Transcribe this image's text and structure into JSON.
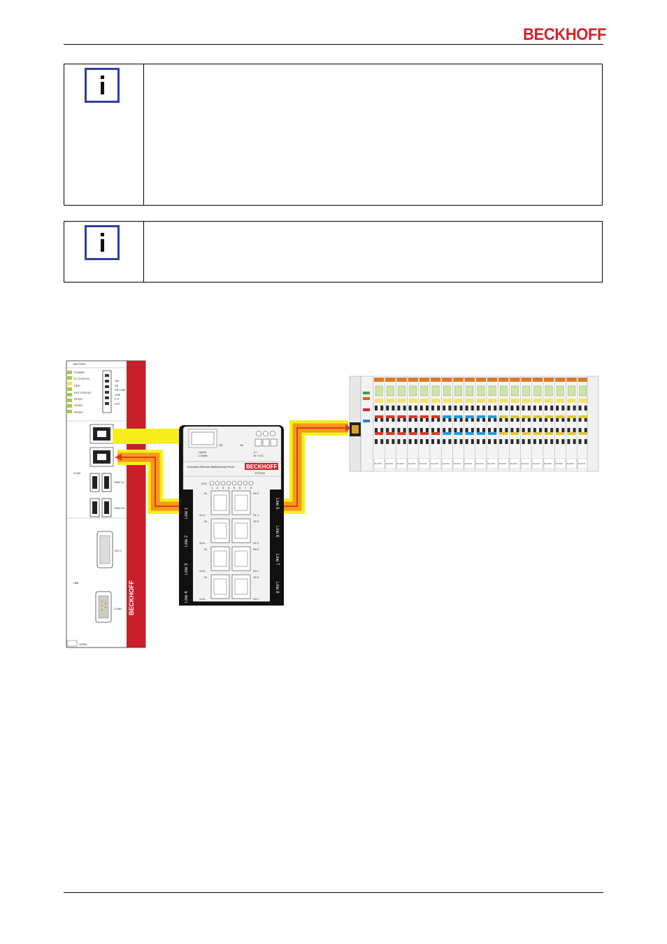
{
  "header": {
    "brand": "BECKHOFF",
    "brand_color": "#d6232a"
  },
  "notes": [
    {
      "icon": "info-icon",
      "text": ""
    },
    {
      "icon": "info-icon",
      "text": ""
    }
  ],
  "figure": {
    "pc": {
      "battery_label": "BATTERY",
      "leds": [
        "POWER",
        "PC STATUS",
        "HDD",
        "EXT STATUS",
        "GPIO1",
        "GPIO2",
        "GPIO3"
      ],
      "leds_right": [
        "ON",
        "PE",
        "PE-LINE",
        "VGE",
        "P E",
        "EXT"
      ],
      "ethernet_label": "TLAN",
      "usb_labels": [
        "USB 1/2",
        "USB 3/4"
      ],
      "dvi_label": "DVI 1",
      "dvi_area_label": "HMI",
      "com_label": "COM1",
      "open_label": "OPEN",
      "brand": "BECKHOFF"
    },
    "junction": {
      "uplink_label": "Uplink",
      "uplink_sub": "1 Gbit/s",
      "x5": "X5",
      "x6": "X6",
      "power_label": "24 V DC",
      "power_pins": "0     +",
      "title": "Industrial Ethernet Multichannel-Proto",
      "brand": "BECKHOFF",
      "model": "ET2000",
      "led_label": "LED",
      "led_numbers": [
        "1",
        "2",
        "3",
        "4",
        "5",
        "6",
        "7",
        "8"
      ],
      "in_label": "IN",
      "out_label": "OUT",
      "ports_in": [
        "X1.0",
        "X2.0",
        "X3.0",
        "X4.0"
      ],
      "ports_out": [
        "X1.1",
        "X2.1",
        "X3.1",
        "X4.1"
      ],
      "lines_left": [
        "Line 1",
        "Line 2",
        "Line 3",
        "Line 4"
      ],
      "lines_right": [
        "Line 5",
        "Line 6",
        "Line 7",
        "Line 8"
      ]
    },
    "terminals": {
      "count": 19,
      "label": "EL1014"
    },
    "colors": {
      "cable_yellow": "#f6ef1d",
      "cable_orange": "#f49a1a",
      "cable_red": "#e4381f",
      "pc_red": "#c8202a",
      "junction_black": "#111111"
    }
  },
  "footer": {}
}
